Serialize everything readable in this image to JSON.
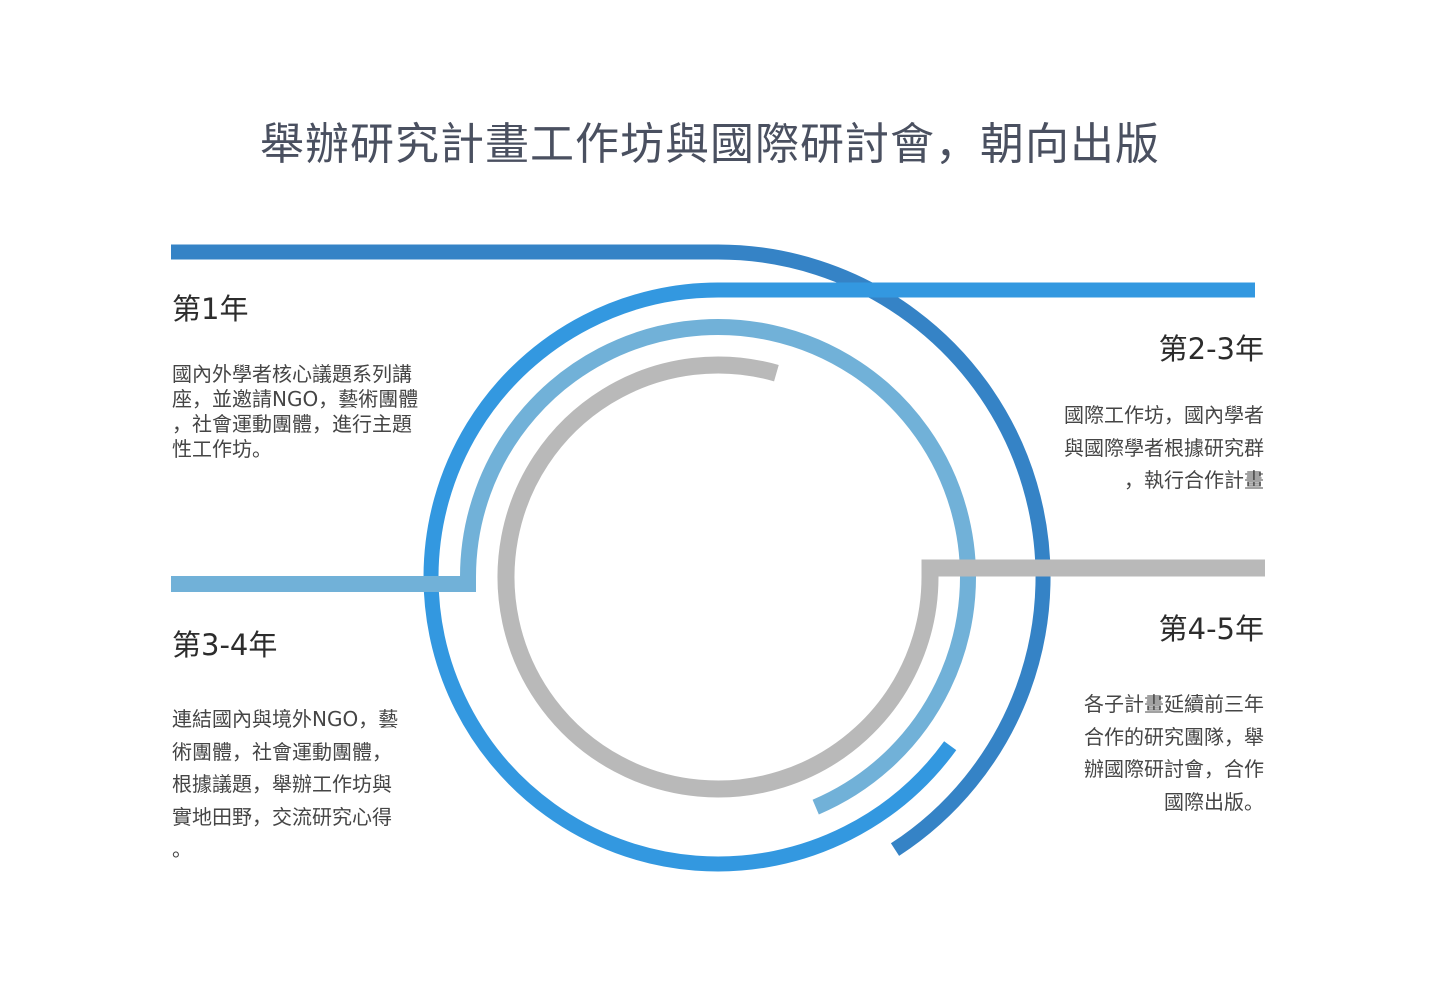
{
  "title": "舉辦研究計畫工作坊與國際研討會，朝向出版",
  "colors": {
    "dark_blue": "#3583c6",
    "bright_blue": "#3398e0",
    "light_blue": "#71b1d8",
    "gray": "#b9b9b9"
  },
  "stages": [
    {
      "heading": "第1年",
      "text": "國內外學者核心議題系列講\n座，並邀請NGO，藝術團體\n，社會運動團體，進行主題\n性工作坊。"
    },
    {
      "heading": "第2-3年",
      "text": "國際工作坊，國內學者\n與國際學者根據研究群\n，執行合作計畫"
    },
    {
      "heading": "第3-4年",
      "text": "連結國內與境外NGO，藝\n術團體，社會運動團體，\n根據議題，舉辦工作坊與\n實地田野，交流研究心得\n。"
    },
    {
      "heading": "第4-5年",
      "text": "各子計畫延續前三年\n合作的研究團隊，舉\n辦國際研討會，合作\n國際出版。"
    }
  ]
}
